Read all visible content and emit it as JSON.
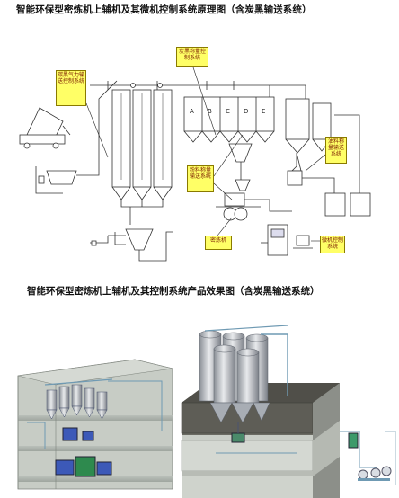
{
  "title_schematic": "智能环保型密炼机上辅机及其微机控制系统原理图（含炭黑输送系统）",
  "title_product": "智能环保型密炼机上辅机及其控制系统产品效果图（含炭黑输送系统）",
  "callouts": {
    "carbon_conveying": "碳黑气力输送控制系统",
    "carbon_weighing": "炭黑称量控制系统",
    "powder_weighing": "粉料称量输送系统",
    "oil_weighing": "油料称量输送系统",
    "mixer": "密炼机",
    "microcomputer": "微机控制系统"
  },
  "bin_labels": [
    "A",
    "B",
    "C",
    "D",
    "E"
  ]
}
